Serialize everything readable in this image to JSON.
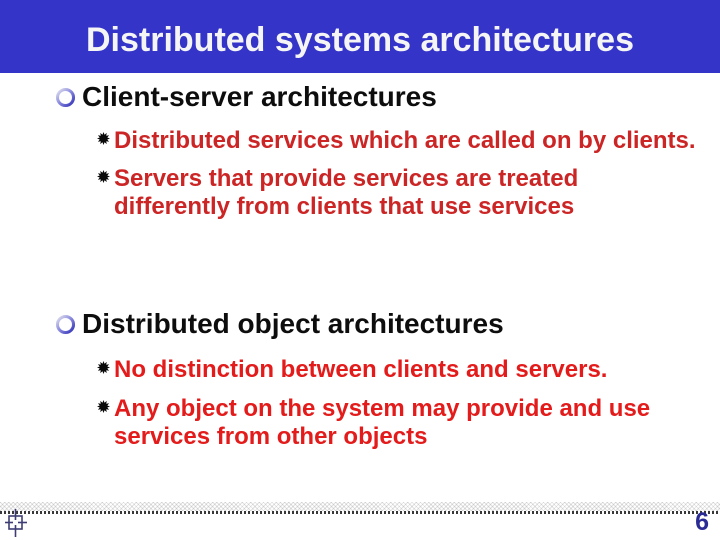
{
  "slide": {
    "title": "Distributed systems architectures",
    "sections": [
      {
        "heading": "Client-server architectures",
        "items": [
          "Distributed services which are called on by clients.",
          "Servers that provide services are treated\ndifferently from clients that use services"
        ]
      },
      {
        "heading": "Distributed object architectures",
        "items": [
          "No distinction between clients and servers.",
          "Any object on the system may provide and use\nservices from other objects"
        ]
      }
    ],
    "footer": {
      "page_number": "6"
    },
    "colors": {
      "header_bg": "#3434c9",
      "title_text": "#f5f5f5",
      "heading_text": "#0d0d0d",
      "item_text_1": "#cc2525",
      "item_text_2": "#e31b1b",
      "star_bullet": "#0a0a0a",
      "page_number": "#2b2b96",
      "footer_marker": "#3d3d73"
    },
    "icons": {
      "level1_bullet": "gradient-ring",
      "level2_bullet": "starburst",
      "footer_marker": "crop-mark-crosshair"
    }
  }
}
